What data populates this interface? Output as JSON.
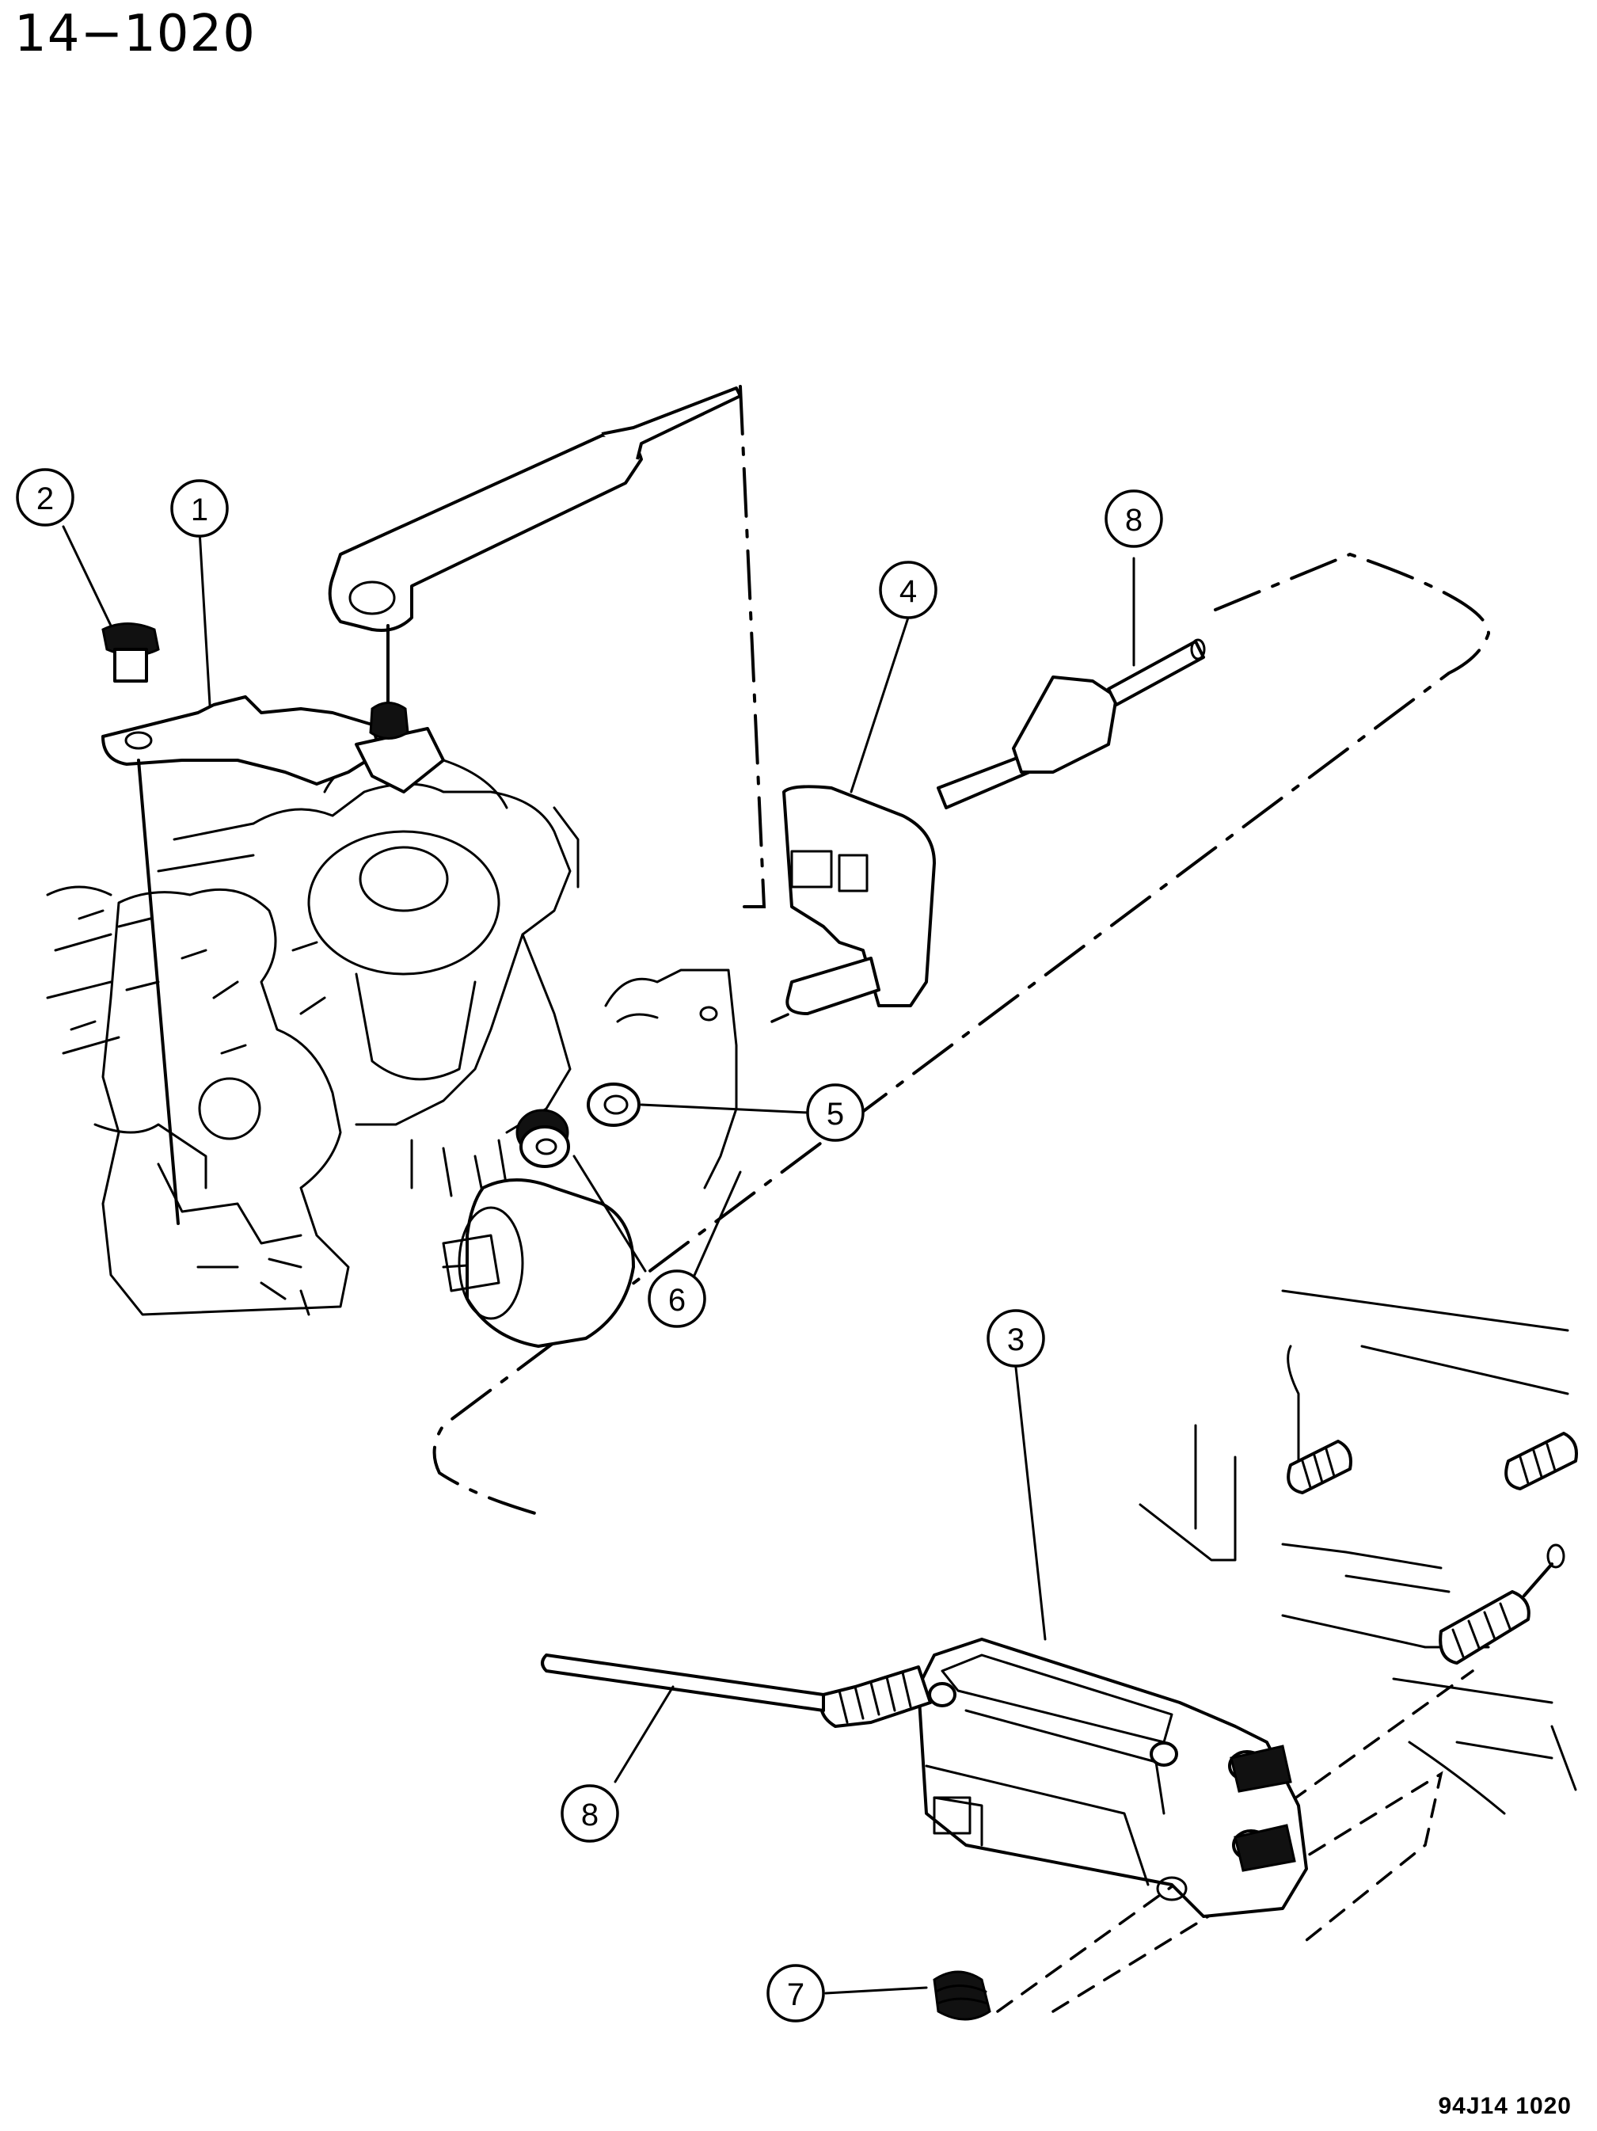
{
  "page_number": "14−1020",
  "figure_code": "94J14  1020",
  "callouts": [
    {
      "id": "callout-1",
      "label": "1"
    },
    {
      "id": "callout-2",
      "label": "2"
    },
    {
      "id": "callout-3",
      "label": "3"
    },
    {
      "id": "callout-4",
      "label": "4"
    },
    {
      "id": "callout-5",
      "label": "5"
    },
    {
      "id": "callout-6",
      "label": "6"
    },
    {
      "id": "callout-7",
      "label": "7"
    },
    {
      "id": "callout-8a",
      "label": "8"
    },
    {
      "id": "callout-8b",
      "label": "8"
    }
  ]
}
